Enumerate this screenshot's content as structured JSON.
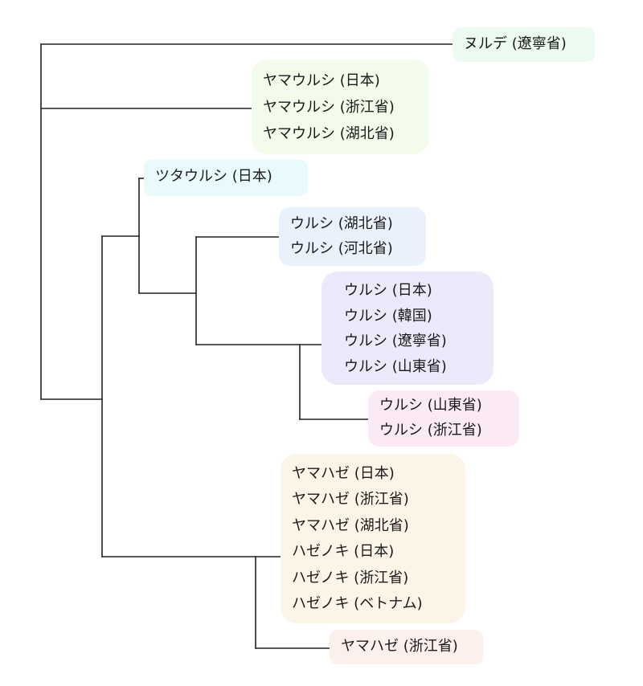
{
  "diagram": {
    "type": "phylogenetic-tree",
    "clades": [
      {
        "id": "nurude",
        "color": "#ecfbf2",
        "labels": [
          "ヌルデ (遼寧省)"
        ]
      },
      {
        "id": "yamaurushi",
        "color": "#f3fbea",
        "labels": [
          "ヤマウルシ (日本)",
          "ヤマウルシ (浙江省)",
          "ヤマウルシ (湖北省)"
        ]
      },
      {
        "id": "tsuta",
        "color": "#e8fafb",
        "labels": [
          "ツタウルシ (日本)"
        ]
      },
      {
        "id": "urushi-a",
        "color": "#e9f2fc",
        "labels": [
          "ウルシ (湖北省)",
          "ウルシ (河北省)"
        ]
      },
      {
        "id": "urushi-b",
        "color": "#ece9fa",
        "labels": [
          "ウルシ (日本)",
          "ウルシ (韓国)",
          "ウルシ (遼寧省)",
          "ウルシ (山東省)"
        ]
      },
      {
        "id": "urushi-c",
        "color": "#fbe9f6",
        "labels": [
          "ウルシ (山東省)",
          "ウルシ (浙江省)"
        ]
      },
      {
        "id": "yamahaze",
        "color": "#fdf4e8",
        "labels": [
          "ヤマハゼ (日本)",
          "ヤマハゼ (浙江省)",
          "ヤマハゼ (湖北省)",
          "ハゼノキ (日本)",
          "ハゼノキ (浙江省)",
          "ハゼノキ (ベトナム)"
        ]
      },
      {
        "id": "yamahaze-b",
        "color": "#fcefec",
        "labels": [
          "ヤマハゼ (浙江省)"
        ]
      }
    ],
    "topology": "((ヌルデ),(ヤマウルシ),((ツタウルシ,((ウルシA),(ウルシB,ウルシC))),(ヤマハゼ/ハゼノキ,ヤマハゼB)))",
    "line_color": "#222222"
  }
}
